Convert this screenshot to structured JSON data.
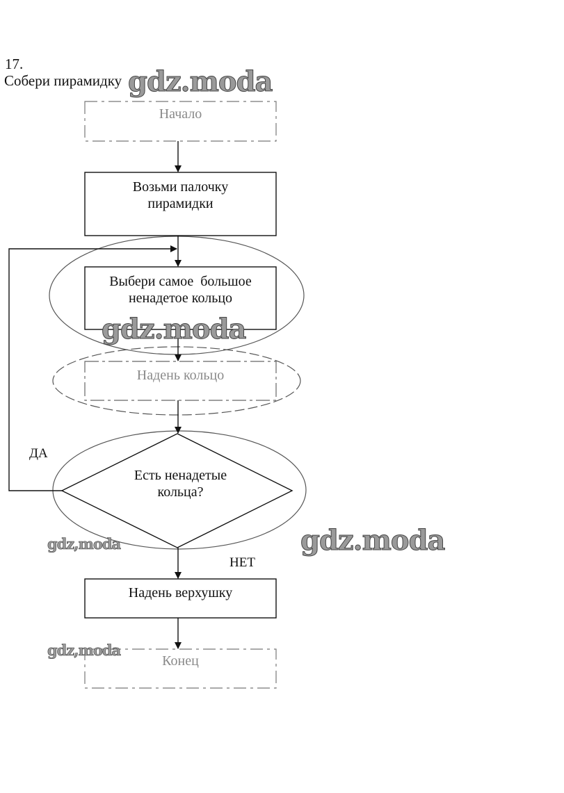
{
  "task": {
    "number": "17.",
    "title": "Собери пирамидку"
  },
  "flowchart": {
    "nodes": [
      {
        "id": "start",
        "type": "terminal",
        "label": "Начало",
        "faded": true
      },
      {
        "id": "take_stick",
        "type": "process",
        "label_lines": [
          "Возьми палочку",
          "пирамидки"
        ]
      },
      {
        "id": "choose_ring",
        "type": "process",
        "label_lines": [
          "Выбери самое  большое",
          "ненадетое кольцо"
        ],
        "highlighted": true
      },
      {
        "id": "put_ring",
        "type": "process",
        "label": "Надень кольцо",
        "faded": true,
        "highlighted": true
      },
      {
        "id": "decision",
        "type": "decision",
        "label_lines": [
          "Есть ненадетые",
          "кольца?"
        ],
        "highlighted": true
      },
      {
        "id": "put_top",
        "type": "process",
        "label": "Надень верхушку"
      },
      {
        "id": "end",
        "type": "terminal",
        "label": "Конец",
        "faded": true
      }
    ],
    "edges": [
      {
        "from": "start",
        "to": "take_stick"
      },
      {
        "from": "take_stick",
        "to": "choose_ring"
      },
      {
        "from": "choose_ring",
        "to": "put_ring"
      },
      {
        "from": "put_ring",
        "to": "decision"
      },
      {
        "from": "decision",
        "to": "choose_ring",
        "label": "ДА"
      },
      {
        "from": "decision",
        "to": "put_top",
        "label": "НЕТ"
      },
      {
        "from": "put_top",
        "to": "end"
      }
    ],
    "yes_label": "ДА",
    "no_label": "НЕТ"
  },
  "watermarks": [
    "gdz.moda",
    "gdz.moda",
    "gdz.moda",
    "gdz,moda",
    "gdz,moda"
  ],
  "colors": {
    "line": "#111111",
    "faded_text": "#8a8a8a",
    "ellipse": "#555555"
  }
}
